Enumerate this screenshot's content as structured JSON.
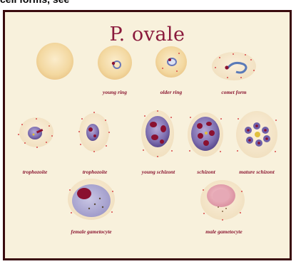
{
  "header_caption": "cell forms, see",
  "title": "P. ovale",
  "labels": {
    "young_ring": "young ring",
    "older_ring": "older ring",
    "comet_form": "comet form",
    "trophozoite_1": "trophozoite",
    "trophozoite_2": "trophozoite",
    "young_schizont": "young schizont",
    "schizont": "schizont",
    "mature_schizont": "mature schizont",
    "female_gametocyte": "female gametocyte",
    "male_gametocyte": "male gametocyte"
  },
  "colors": {
    "plate_background": "#f8f1dc",
    "border": "#3a0b0e",
    "title": "#8a1a3c",
    "label": "#8a1530",
    "cell": "#f3dca8",
    "parasite": "#7a6aa8",
    "chromatin": "#8a1030",
    "stippling": "#d94a4a"
  }
}
